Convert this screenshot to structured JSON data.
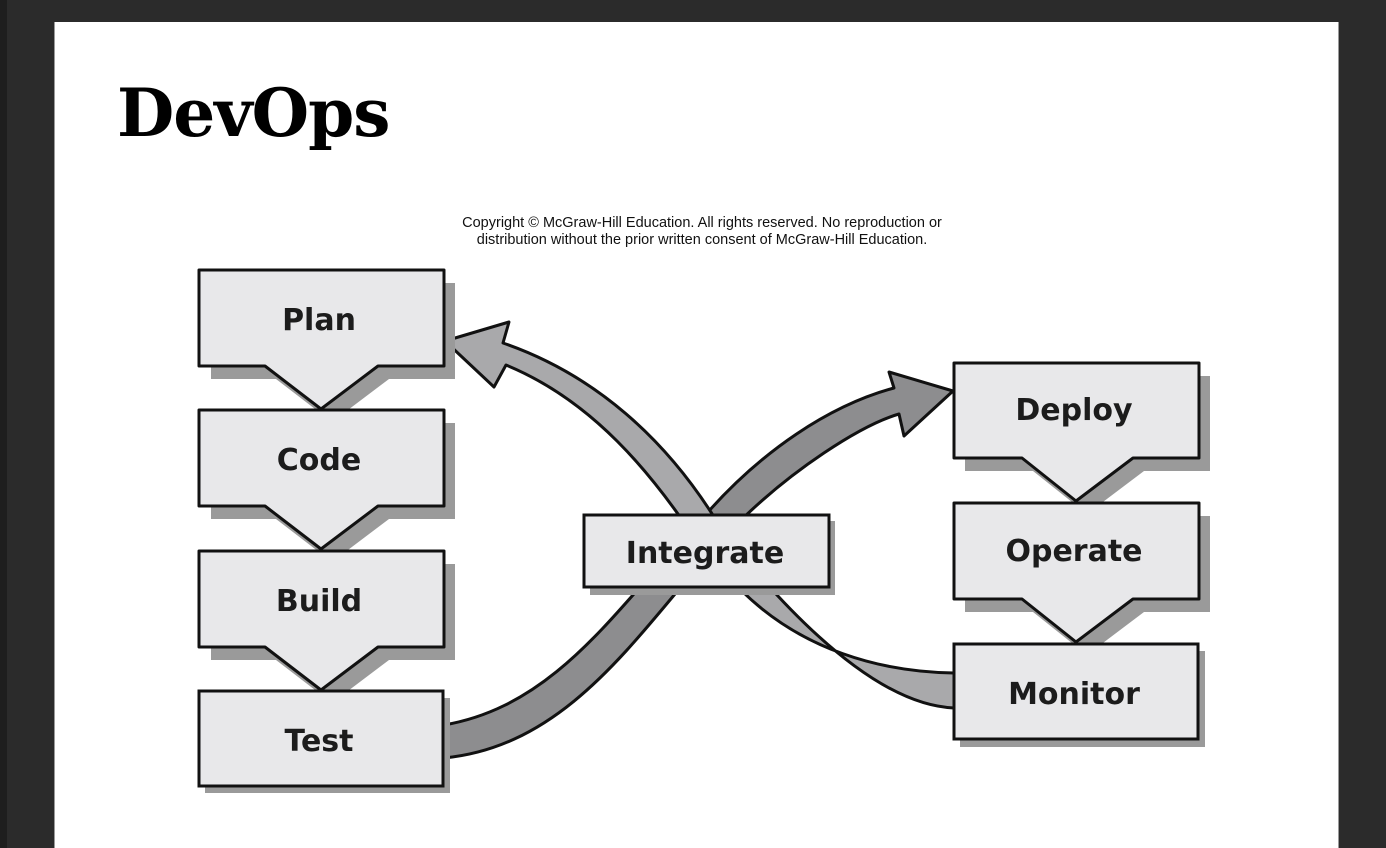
{
  "slide": {
    "title": "DevOps",
    "copyright_line1": "Copyright © McGraw-Hill Education. All rights reserved. No reproduction or",
    "copyright_line2": "distribution without the prior written consent of McGraw-Hill Education."
  },
  "diagram": {
    "left_stages": [
      "Plan",
      "Code",
      "Build",
      "Test"
    ],
    "center_stage": "Integrate",
    "right_stages": [
      "Deploy",
      "Operate",
      "Monitor"
    ]
  },
  "colors": {
    "box_fill": "#e8e8ea",
    "arrow_dark": "#8d8d8f",
    "arrow_light": "#a9a9ab",
    "stroke": "#111111"
  }
}
